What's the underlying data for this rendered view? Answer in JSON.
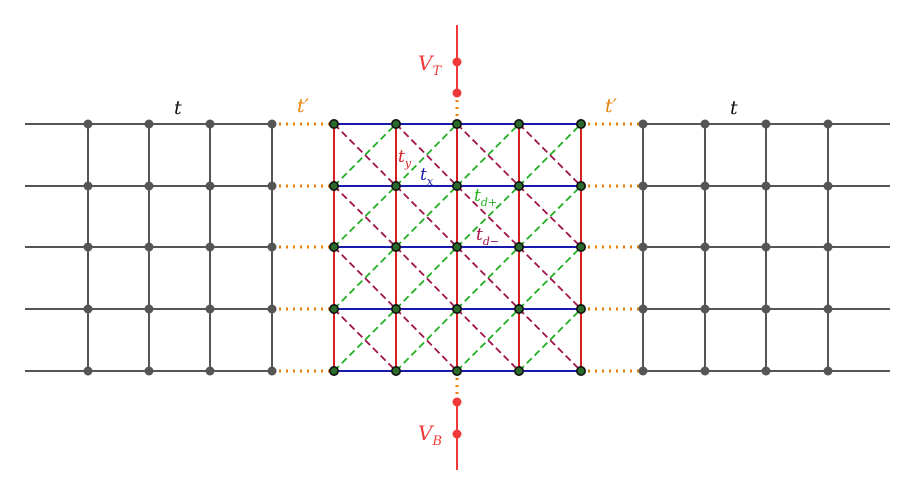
{
  "labels": {
    "lead_left_hopping": "t",
    "lead_right_hopping": "t",
    "coupling_left": "t′",
    "coupling_right": "t′",
    "top_gate": {
      "base": "V",
      "sub": "T"
    },
    "bottom_gate": {
      "base": "V",
      "sub": "B"
    },
    "hop_x": {
      "base": "t",
      "sub": "x"
    },
    "hop_y": {
      "base": "t",
      "sub": "y"
    },
    "hop_d_plus": {
      "base": "t",
      "sub": "d+"
    },
    "hop_d_minus": {
      "base": "t",
      "sub": "d−"
    }
  },
  "colors": {
    "lead": "#555555",
    "coupling": "#e8820c",
    "horizontal_bond": "#1a1aaa",
    "vertical_bond": "#d42020",
    "diag_plus": "#22b022",
    "diag_minus": "#a0124a",
    "gate": "#f03a3a",
    "node_outline": "#111111"
  },
  "lattice": {
    "rows": 5,
    "lead_columns": 4,
    "central_columns": 5
  }
}
